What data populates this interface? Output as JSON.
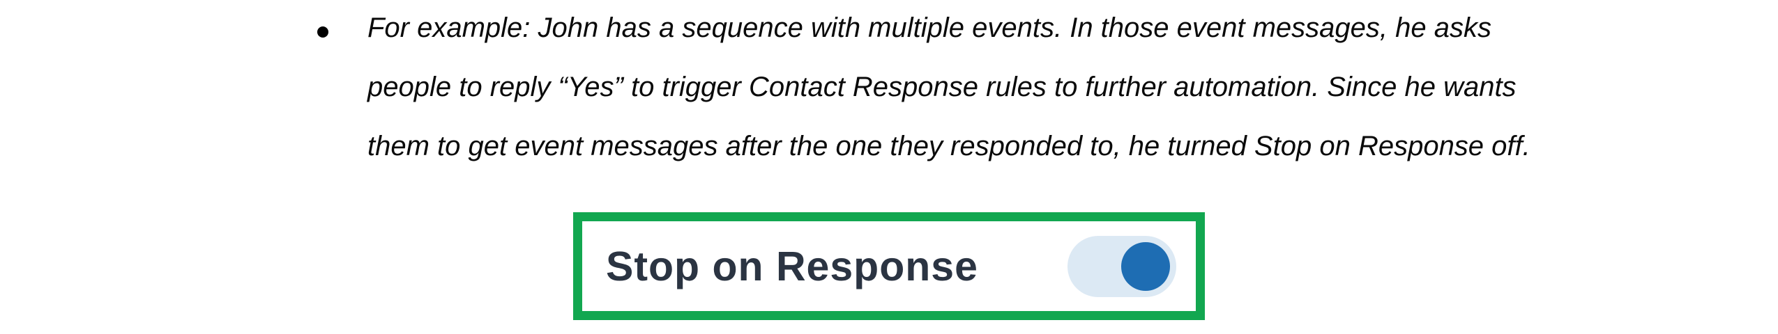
{
  "document": {
    "background_color": "#FFFFFF",
    "bullet_item": {
      "marker": "filled-disc",
      "lines": [
        "For example: John has a sequence with multiple events. In those event messages, he asks",
        "people to reply “Yes” to trigger Contact Response rules to further automation. Since he wants",
        "them to get event messages after the one they responded to, he turned Stop on Response off."
      ]
    },
    "screenshot": {
      "highlight_border_color": "#12A750",
      "toggle": {
        "label": "Stop on Response",
        "state": "on",
        "label_color": "#2B3442",
        "track_color": "#DCE9F4",
        "knob_color": "#1E6DB3"
      }
    }
  }
}
